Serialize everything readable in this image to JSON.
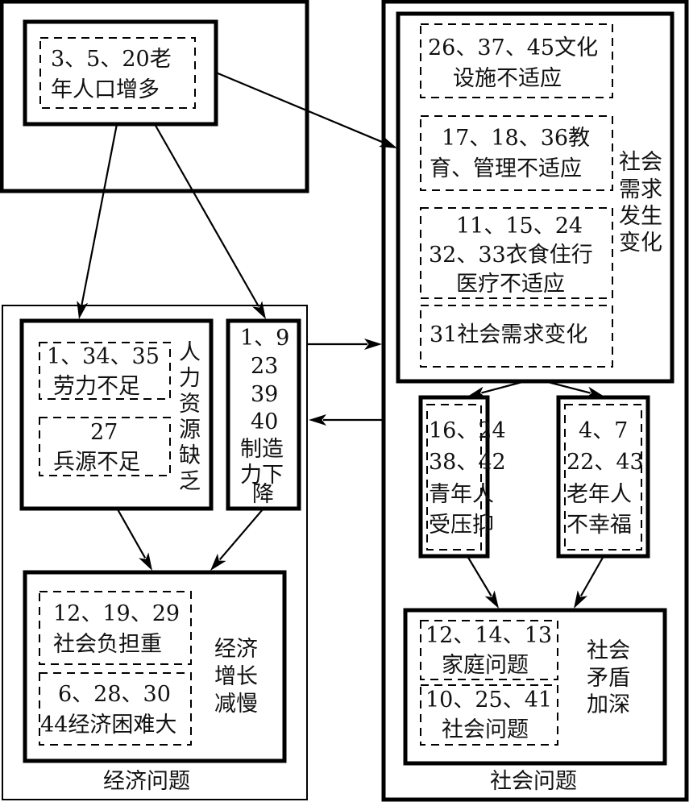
{
  "diagram": {
    "type": "cause-effect flowchart",
    "colors": {
      "line": "#000000",
      "background": "#ffffff"
    },
    "top_source": {
      "lines": [
        "3、5、20老",
        "年人口增多"
      ]
    },
    "social_demand": {
      "label": [
        "社会",
        "需求",
        "发生",
        "变化"
      ],
      "items": [
        {
          "lines": [
            "26、37、45文化",
            "设施不适应"
          ]
        },
        {
          "lines": [
            "17、18、36教",
            "育、管理不适应"
          ]
        },
        {
          "lines": [
            "11、15、24",
            "32、33衣食住行",
            "医疗不适应"
          ]
        },
        {
          "lines": [
            "31社会需求变化"
          ]
        }
      ]
    },
    "human_resources": {
      "label": [
        "人",
        "力",
        "资",
        "源",
        "缺",
        "乏"
      ],
      "items": [
        {
          "lines": [
            "1、34、35",
            "劳力不足"
          ]
        },
        {
          "lines": [
            "27",
            "兵源不足"
          ]
        }
      ]
    },
    "manufacturing": {
      "lines": [
        "1、9",
        "23",
        "39",
        "40",
        "制造",
        "力下",
        "降"
      ]
    },
    "youth": {
      "lines": [
        "16、24",
        "38、42",
        "青年人",
        "受压抑"
      ]
    },
    "elderly": {
      "lines": [
        "4、7",
        "22、43",
        "老年人",
        "不幸福"
      ]
    },
    "economic_slowdown": {
      "label": [
        "经济",
        "增长",
        "减慢"
      ],
      "items": [
        {
          "lines": [
            "12、19、29",
            "社会负担重"
          ]
        },
        {
          "lines": [
            "6、28、30",
            "44经济困难大"
          ]
        }
      ]
    },
    "social_conflict": {
      "label": [
        "社会",
        "矛盾",
        "加深"
      ],
      "items": [
        {
          "lines": [
            "12、14、13",
            "家庭问题"
          ]
        },
        {
          "lines": [
            "10、25、41",
            "社会问题"
          ]
        }
      ]
    },
    "group_titles": {
      "economic": "经济问题",
      "social": "社会问题"
    }
  }
}
